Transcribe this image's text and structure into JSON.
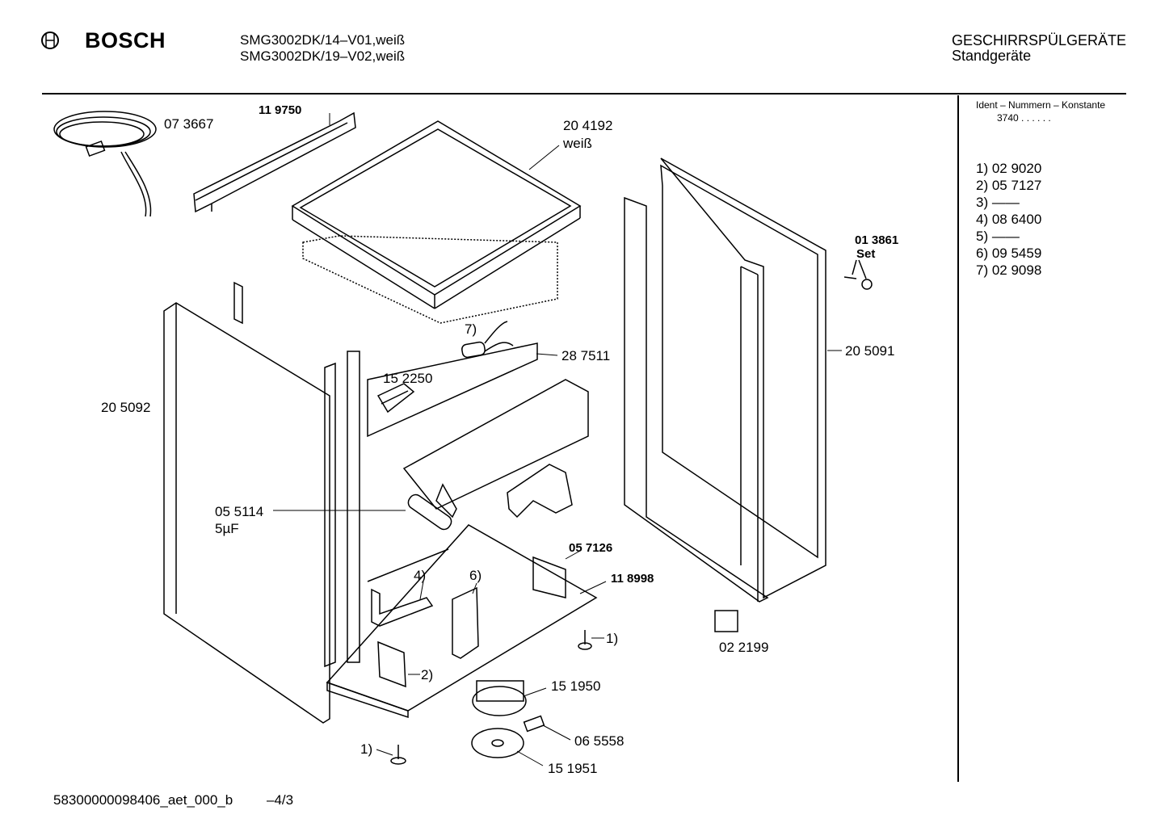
{
  "header": {
    "brand": "BOSCH",
    "models": [
      "SMG3002DK/14–V01,weiß",
      "SMG3002DK/19–V02,weiß"
    ],
    "category": "GESCHIRRSPÜLGERÄTE",
    "subcategory": "Standgeräte"
  },
  "side_panel": {
    "title": "Ident – Nummern – Konstante",
    "constant": "3740 . .   . . . .",
    "list": [
      "1)  02 9020",
      "2)  05 7127",
      "3)  ——",
      "4)  08 6400",
      "5)  ——",
      "6)  09 5459",
      "7)  02 9098"
    ]
  },
  "parts": {
    "p073667": "07 3667",
    "p119750": "11 9750",
    "p204192": "20 4192",
    "p204192_note": "weiß",
    "p013861": "01 3861",
    "p013861_note": "Set",
    "p205091": "20 5091",
    "p287511": "28 7511",
    "p152250": "15 2250",
    "p205092": "20 5092",
    "p055114": "05 5114",
    "p055114_note": "5µF",
    "p057126": "05 7126",
    "p118998": "11 8998",
    "p022199": "02 2199",
    "p151950": "15 1950",
    "p065558": "06 5558",
    "p151951": "15 1951",
    "ref7": "7)",
    "ref4": "4)",
    "ref6": "6)",
    "ref1a": "1)",
    "ref2": "2)",
    "ref1b": "1)"
  },
  "footer": {
    "doc_id": "58300000098406_aet_000_b",
    "page": "–4/3"
  }
}
